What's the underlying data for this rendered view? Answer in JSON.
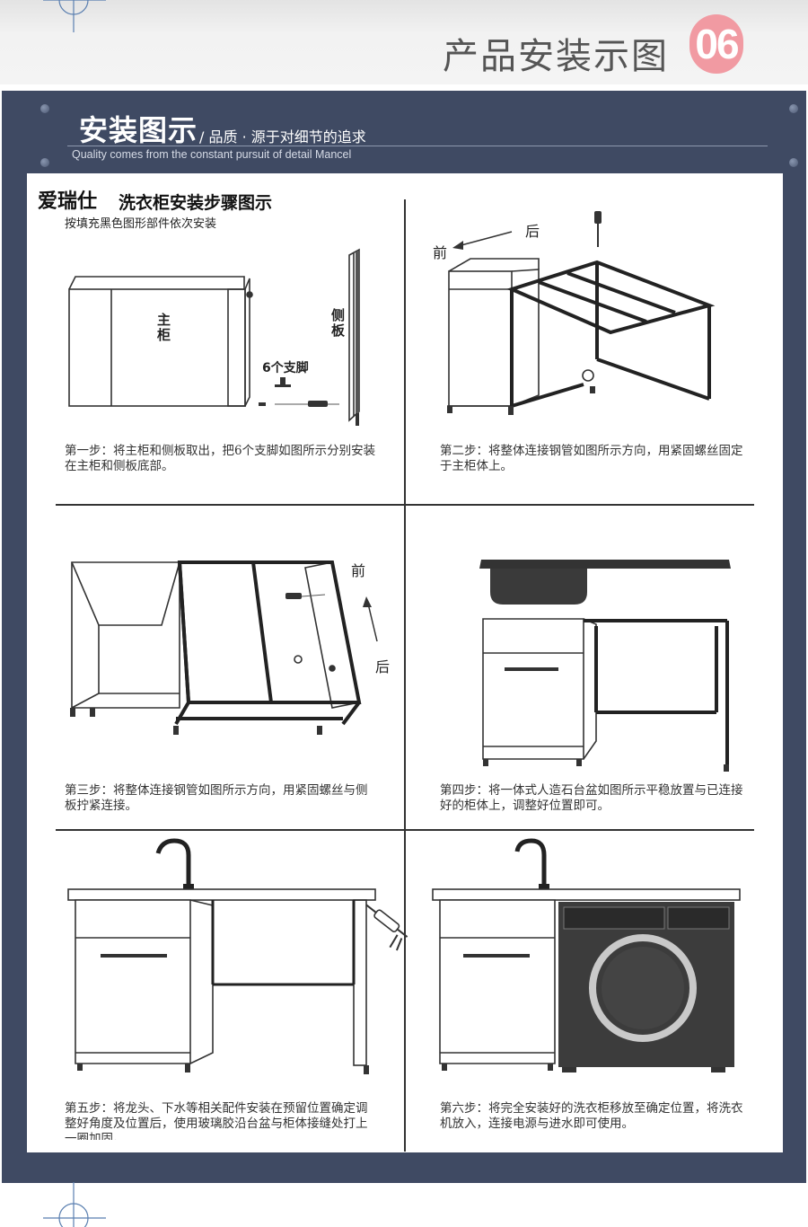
{
  "header": {
    "title": "产品安装示图",
    "badge": "06"
  },
  "section": {
    "title": "安装图示",
    "subtitle": "/ 品质 · 源于对细节的追求",
    "subtitle_en": "Quality comes from the constant pursuit of detail Mancel"
  },
  "guide": {
    "brand": "爱瑞仕",
    "title": "洗衣柜安装步骤图示",
    "note": "按填充黑色图形部件依次安装"
  },
  "labels": {
    "main_cabinet": "主柜",
    "side_panel": "侧板",
    "six_feet": "6个支脚",
    "front": "前",
    "back": "后"
  },
  "steps": [
    {
      "caption": "第一步：将主柜和侧板取出，把6个支脚如图所示分别安装在主柜和侧板底部。"
    },
    {
      "caption": "第二步：将整体连接钢管如图所示方向，用紧固螺丝固定于主柜体上。"
    },
    {
      "caption": "第三步：将整体连接钢管如图所示方向，用紧固螺丝与侧板拧紧连接。"
    },
    {
      "caption": "第四步：将一体式人造石台盆如图所示平稳放置与已连接好的柜体上，调整好位置即可。"
    },
    {
      "caption": "第五步：将龙头、下水等相关配件安装在预留位置确定调整好角度及位置后，使用玻璃胶沿台盆与柜体接缝处打上一圈加固。"
    },
    {
      "caption": "第六步：将完全安装好的洗衣柜移放至确定位置，将洗衣机放入，连接电源与进水即可使用。"
    }
  ]
}
